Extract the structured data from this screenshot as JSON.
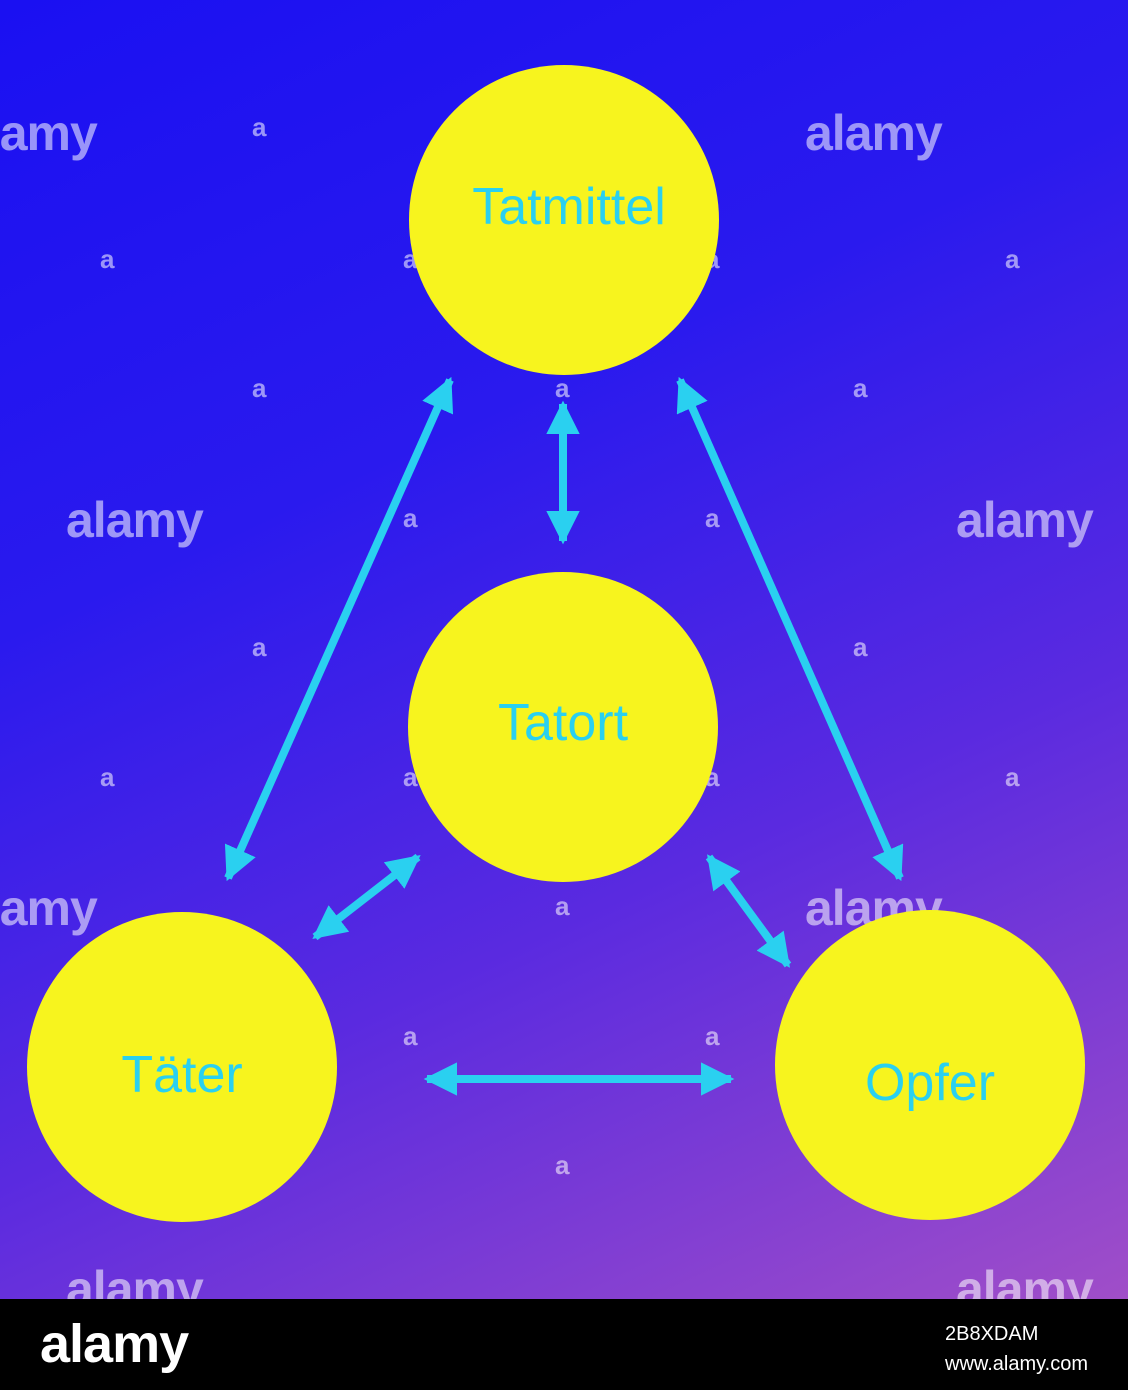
{
  "diagram": {
    "nodes": {
      "tatmittel": "Tatmittel",
      "tatort": "Tatort",
      "taeter": "Täter",
      "opfer": "Opfer"
    },
    "colors": {
      "node_fill": "#f7f41e",
      "label_text": "#2ad0f0",
      "arrow": "#2ad0f0",
      "background_top": "#1a10f2",
      "background_bottom": "#a04ec8"
    }
  },
  "watermark": {
    "text": "alamy",
    "small_text": "a"
  },
  "footer": {
    "logo": "alamy",
    "image_id": "2B8XDAM",
    "site": "www.alamy.com"
  }
}
